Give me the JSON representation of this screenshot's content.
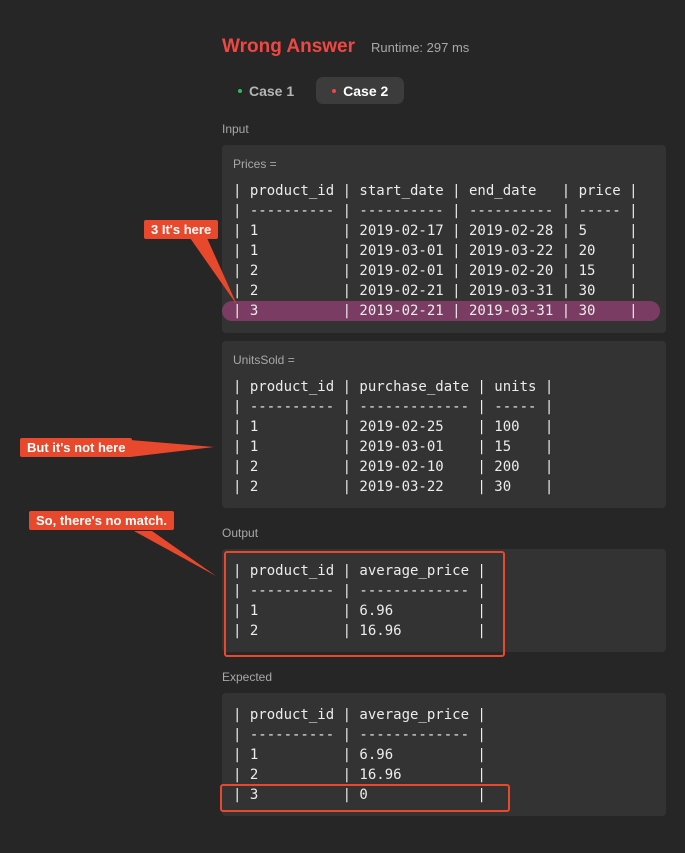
{
  "result": {
    "status": "Wrong Answer",
    "runtime": "Runtime: 297 ms"
  },
  "tabs": [
    {
      "label": "Case 1",
      "dot_color": "#2cbb5d",
      "active": false
    },
    {
      "label": "Case 2",
      "dot_color": "#ef4743",
      "active": true
    }
  ],
  "sections": {
    "input": "Input",
    "output": "Output",
    "expected": "Expected"
  },
  "prices": {
    "label": "Prices =",
    "rows": [
      "| product_id | start_date | end_date   | price |",
      "| ---------- | ---------- | ---------- | ----- |",
      "| 1          | 2019-02-17 | 2019-02-28 | 5     |",
      "| 1          | 2019-03-01 | 2019-03-22 | 20    |",
      "| 2          | 2019-02-01 | 2019-02-20 | 15    |",
      "| 2          | 2019-02-21 | 2019-03-31 | 30    |",
      "| 3          | 2019-02-21 | 2019-03-31 | 30    |"
    ]
  },
  "units_sold": {
    "label": "UnitsSold =",
    "rows": [
      "| product_id | purchase_date | units |",
      "| ---------- | ------------- | ----- |",
      "| 1          | 2019-02-25    | 100   |",
      "| 1          | 2019-03-01    | 15    |",
      "| 2          | 2019-02-10    | 200   |",
      "| 2          | 2019-03-22    | 30    |"
    ]
  },
  "output": {
    "rows": [
      "| product_id | average_price |",
      "| ---------- | ------------- |",
      "| 1          | 6.96          |",
      "| 2          | 16.96         |"
    ]
  },
  "expected": {
    "rows": [
      "| product_id | average_price |",
      "| ---------- | ------------- |",
      "| 1          | 6.96          |",
      "| 2          | 16.96         |",
      "| 3          | 0             |"
    ]
  },
  "annotations": {
    "here": "3 It's here",
    "not_here": "But it's not here",
    "no_match": "So, there's no match."
  },
  "colors": {
    "background": "#262626",
    "panel": "#333333",
    "error": "#ef4743",
    "annotation": "#e8492c",
    "highlight_row": "#7a3c63"
  }
}
